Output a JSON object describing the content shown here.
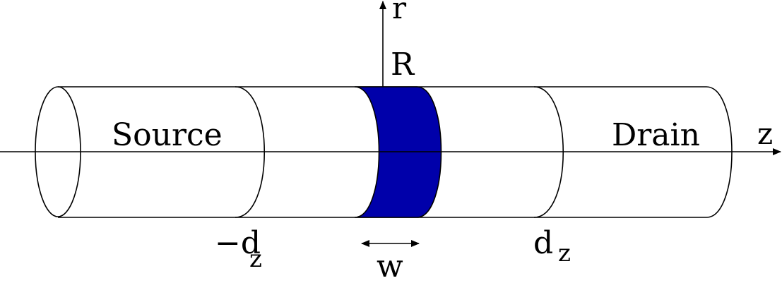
{
  "labels": {
    "source": "Source",
    "drain": "Drain",
    "r_axis": "r",
    "z_axis": "z",
    "radius": "R",
    "neg_dz_main": "−d",
    "neg_dz_sub": "z",
    "pos_dz_main": "d",
    "pos_dz_sub": "z",
    "width": "w"
  },
  "colors": {
    "gate": "#0000aa",
    "stroke": "#000000"
  }
}
